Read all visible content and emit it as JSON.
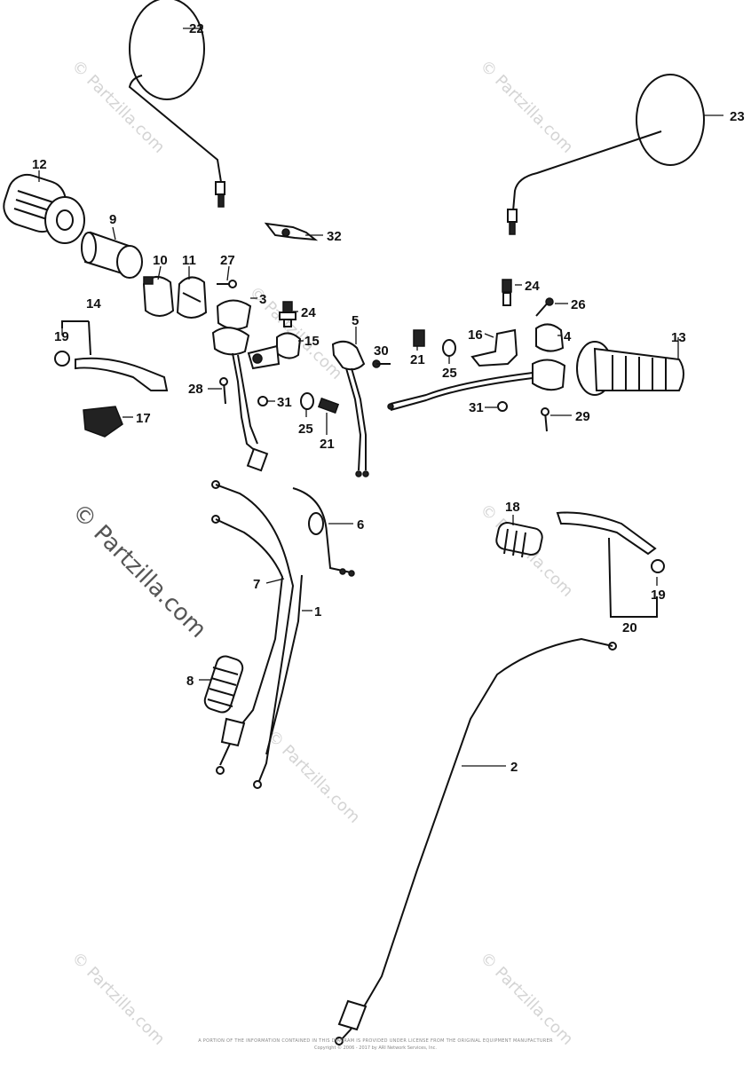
{
  "watermarks": [
    {
      "text": "© Partzilla.com"
    },
    {
      "text": "© Partzilla.com"
    },
    {
      "text": "© Partzilla.com"
    },
    {
      "text": "© Partzilla.com"
    },
    {
      "text": "© Partzilla.com"
    },
    {
      "text": "© Partzilla.com"
    },
    {
      "text": "© Partzilla.com"
    },
    {
      "text": "© Partzilla.com"
    }
  ],
  "callouts": [
    "1",
    "2",
    "3",
    "4",
    "5",
    "6",
    "7",
    "8",
    "9",
    "10",
    "11",
    "12",
    "13",
    "14",
    "15",
    "16",
    "17",
    "18",
    "19",
    "19",
    "20",
    "21",
    "21",
    "22",
    "23",
    "24",
    "24",
    "25",
    "25",
    "26",
    "27",
    "28",
    "29",
    "30",
    "31",
    "31",
    "32"
  ],
  "footer": {
    "line1": "A PORTION OF THE INFORMATION CONTAINED IN THIS DIAGRAM IS PROVIDED UNDER LICENSE FROM THE ORIGINAL EQUIPMENT MANUFACTURER",
    "line2": "Copyright © 2006 - 2017 by ARI Network Services, Inc."
  }
}
